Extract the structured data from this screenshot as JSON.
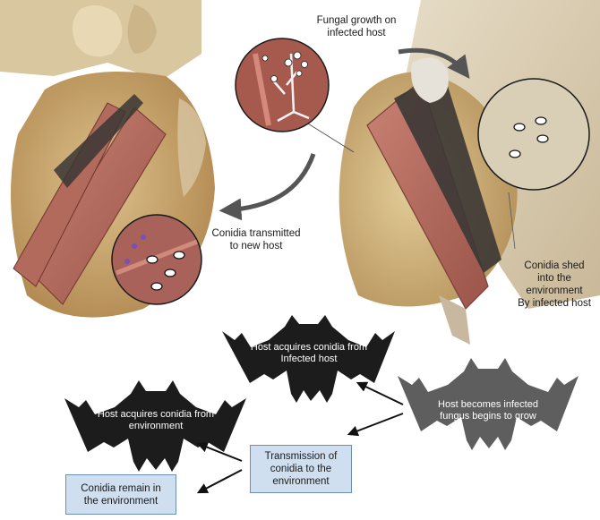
{
  "colors": {
    "box_fill": "#cfdff0",
    "bat_dark": "#1c1c1c",
    "bat_grey": "#5e5e5e",
    "fur": "#c9a66b",
    "wing": "#b86a5e",
    "rock": "#d8c9a8"
  },
  "photo_labels": {
    "fungal_growth": [
      "Fungal growth on",
      "infected host"
    ],
    "conidia_transmitted": [
      "Conidia transmitted",
      "to new host"
    ],
    "conidia_shed": [
      "Conidia shed",
      "into the",
      "environment",
      "By infected host"
    ]
  },
  "bats": {
    "top": [
      "Host acquires conidia from",
      "Infected host"
    ],
    "left": [
      "Host acquires conidia from",
      "environment"
    ],
    "right": [
      "Host becomes infected",
      "fungus begins to grow"
    ]
  },
  "boxes": {
    "transmission": [
      "Transmission of",
      "conidia to the",
      "environment"
    ],
    "remain": [
      "Conidia remain in",
      "the environment"
    ]
  }
}
